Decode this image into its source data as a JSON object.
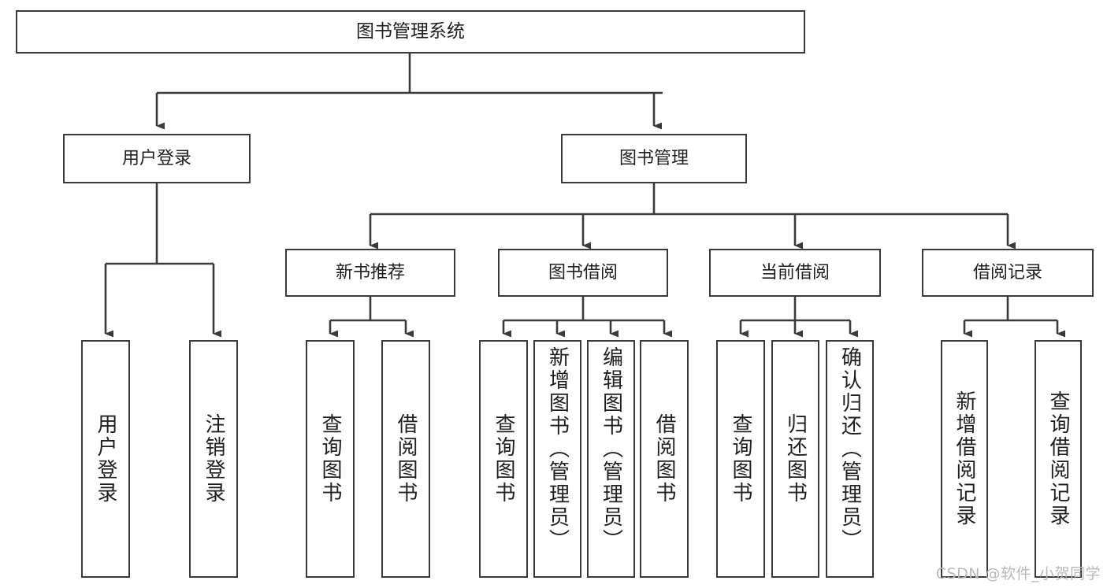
{
  "diagram": {
    "type": "hierarchy-tree",
    "title": "图书管理系统",
    "root": {
      "label": "图书管理系统"
    },
    "level2": [
      {
        "label": "用户登录"
      },
      {
        "label": "图书管理"
      }
    ],
    "level3": [
      {
        "label": "新书推荐"
      },
      {
        "label": "图书借阅"
      },
      {
        "label": "当前借阅"
      },
      {
        "label": "借阅记录"
      }
    ],
    "leaves": {
      "user_login": [
        {
          "label": "用户登录"
        },
        {
          "label": "注销登录"
        }
      ],
      "new_book_recommend": [
        {
          "label": "查询图书"
        },
        {
          "label": "借阅图书"
        }
      ],
      "book_borrow": [
        {
          "label": "查询图书"
        },
        {
          "label": "新增图书（管理员）"
        },
        {
          "label": "编辑图书（管理员）"
        },
        {
          "label": "借阅图书"
        }
      ],
      "current_borrow": [
        {
          "label": "查询图书"
        },
        {
          "label": "归还图书"
        },
        {
          "label": "确认归还（管理员）"
        }
      ],
      "borrow_record": [
        {
          "label": "新增借阅记录"
        },
        {
          "label": "查询借阅记录"
        }
      ]
    }
  },
  "watermark": {
    "text": "CSDN @软件_小贺同学"
  },
  "colors": {
    "stroke": "#3a3a3a",
    "background": "#ffffff",
    "text": "#1f1f1f",
    "watermark": "#b9b9b9"
  }
}
